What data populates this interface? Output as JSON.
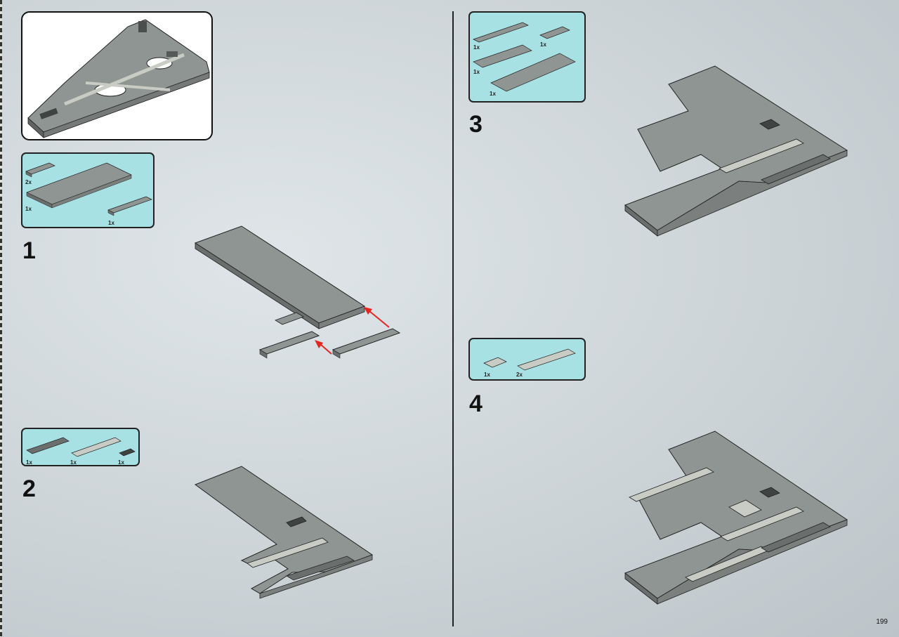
{
  "page": {
    "page_number": "199",
    "colors": {
      "parts_box": "#a7e1e4",
      "plate": "#8f9593",
      "stud": "#6f7573",
      "light_tile": "#c9ccc4",
      "dark_tile": "#6a6f6d",
      "arrow": "#e52521"
    }
  },
  "overview": {
    "icon": "assembled-ship-hull-icon"
  },
  "steps": [
    {
      "number": "1",
      "parts": [
        {
          "qty": "2x",
          "icon": "plate-1x6-icon"
        },
        {
          "qty": "1x",
          "icon": "plate-6x16-icon"
        },
        {
          "qty": "1x",
          "icon": "plate-1x8-icon"
        }
      ]
    },
    {
      "number": "2",
      "parts": [
        {
          "qty": "1x",
          "icon": "dark-tile-1x8-icon"
        },
        {
          "qty": "1x",
          "icon": "light-tile-1x10-icon"
        },
        {
          "qty": "1x",
          "icon": "grille-tile-1x2-icon"
        }
      ]
    },
    {
      "number": "3",
      "parts": [
        {
          "qty": "1x",
          "icon": "plate-1x10-icon"
        },
        {
          "qty": "1x",
          "icon": "plate-1x4-icon"
        },
        {
          "qty": "1x",
          "icon": "plate-2x10-icon"
        },
        {
          "qty": "1x",
          "icon": "plate-4x12-icon"
        }
      ]
    },
    {
      "number": "4",
      "parts": [
        {
          "qty": "1x",
          "icon": "tile-2x2-icon"
        },
        {
          "qty": "2x",
          "icon": "tile-1x12-icon"
        }
      ]
    }
  ]
}
